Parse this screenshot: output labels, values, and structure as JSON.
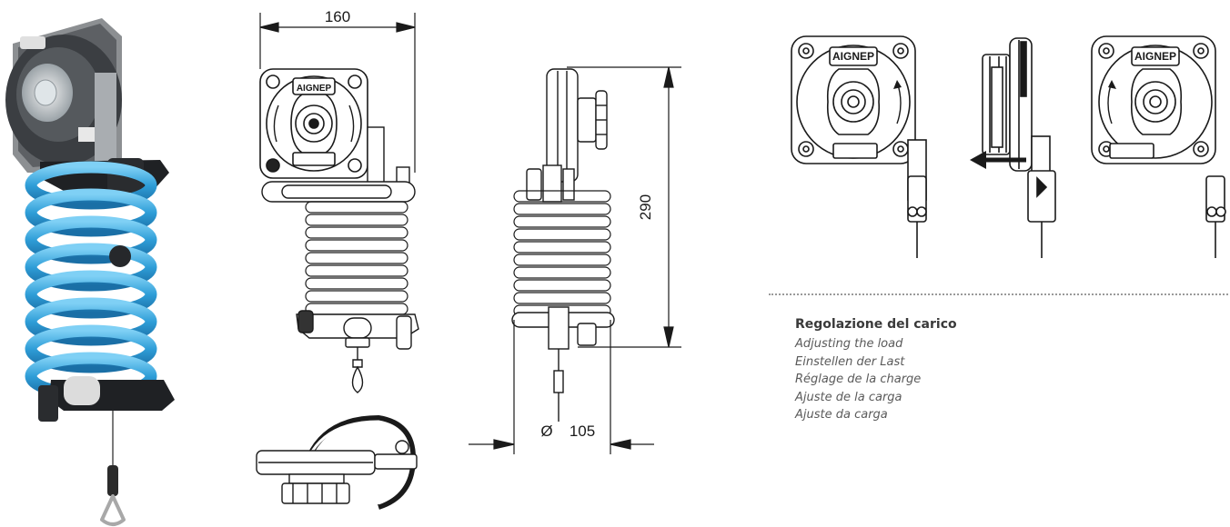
{
  "brand": {
    "logo_text": "AIGNEP"
  },
  "dimensions": {
    "width_label": "160",
    "height_label": "290",
    "diameter_symbol": "Ø",
    "diameter_label": "105"
  },
  "caption": {
    "title": "Regolazione del carico",
    "translations": [
      "Adjusting the load",
      "Einstellen der Last",
      "Réglage de la charge",
      "Ajuste de la carga",
      "Ajuste da carga"
    ]
  },
  "colors": {
    "hose": "#2f9ed8",
    "line": "#1a1a1a",
    "body": "#3d3d3d",
    "dots": "#9a9a9a"
  },
  "icons": [
    "arrow-left-icon",
    "rotate-clockwise-icon",
    "rotate-counterclockwise-icon"
  ]
}
